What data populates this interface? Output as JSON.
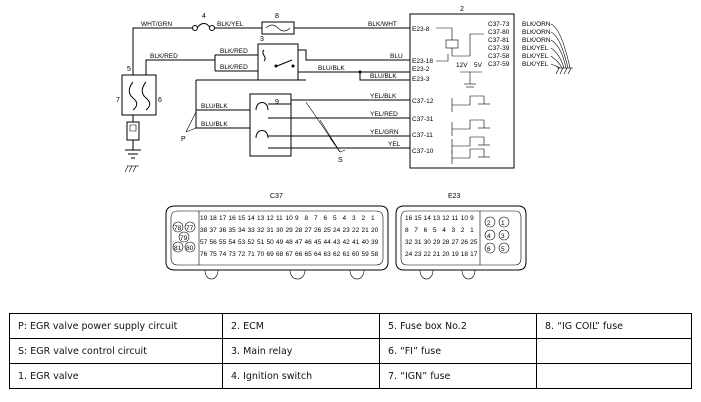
{
  "diagram": {
    "wires": {
      "wht_grn": "WHT/GRN",
      "blk_yel_top": "BLK/YEL",
      "blk_wht": "BLK/WHT",
      "blk_red_left": "BLK/RED",
      "blk_red_1": "BLK/RED",
      "blk_red_2": "BLK/RED",
      "blu": "BLU",
      "blu_blk_relay": "BLU/BLK",
      "blu_blk_right": "BLU/BLK",
      "blu_blk_valve_1": "BLU/BLK",
      "blu_blk_valve_2": "BLU/BLK",
      "yel_blk": "YEL/BLK",
      "yel_red": "YEL/RED",
      "yel_grn": "YEL/GRN",
      "yel": "YEL",
      "v12": "12V",
      "v5": "5V"
    },
    "pins": {
      "e23_8": "E23-8",
      "e23_18": "E23-18",
      "e23_2": "E23-2",
      "e23_3": "E23-3",
      "c37_12": "C37-12",
      "c37_31": "C37-31",
      "c37_11": "C37-11",
      "c37_10": "C37-10"
    },
    "ground_pins": [
      {
        "pin": "C37-73",
        "wire": "BLK/ORN"
      },
      {
        "pin": "C37-80",
        "wire": "BLK/ORN"
      },
      {
        "pin": "C37-81",
        "wire": "BLK/ORN"
      },
      {
        "pin": "C37-39",
        "wire": "BLK/YEL"
      },
      {
        "pin": "C37-58",
        "wire": "BLK/YEL"
      },
      {
        "pin": "C37-59",
        "wire": "BLK/YEL"
      }
    ],
    "numbers": {
      "n2": "2",
      "n3": "3",
      "n4": "4",
      "n5": "5",
      "n6": "6",
      "n7": "7",
      "n8": "8",
      "n9": "9"
    },
    "letters": {
      "p": "P",
      "s": "S"
    },
    "connectors": {
      "c37": {
        "title": "C37",
        "side": [
          [
            "78",
            "77"
          ],
          [
            "79"
          ],
          [
            "81",
            "80"
          ]
        ],
        "rows": [
          [
            "19",
            "18",
            "17",
            "16",
            "15",
            "14",
            "13",
            "12",
            "11",
            "10",
            "9",
            "8",
            "7",
            "6",
            "5",
            "4",
            "3",
            "2",
            "1"
          ],
          [
            "38",
            "37",
            "36",
            "35",
            "34",
            "33",
            "32",
            "31",
            "30",
            "29",
            "28",
            "27",
            "26",
            "25",
            "24",
            "23",
            "22",
            "21",
            "20"
          ],
          [
            "57",
            "56",
            "55",
            "54",
            "53",
            "52",
            "51",
            "50",
            "49",
            "48",
            "47",
            "46",
            "45",
            "44",
            "43",
            "42",
            "41",
            "40",
            "39"
          ],
          [
            "76",
            "75",
            "74",
            "73",
            "72",
            "71",
            "70",
            "69",
            "68",
            "67",
            "66",
            "65",
            "64",
            "63",
            "62",
            "61",
            "60",
            "59",
            "58"
          ]
        ]
      },
      "e23": {
        "title": "E23",
        "rows": [
          [
            "16",
            "15",
            "14",
            "13",
            "12",
            "11",
            "10",
            "9"
          ],
          [
            "8",
            "7",
            "6",
            "5",
            "4",
            "3",
            "2",
            "1"
          ],
          [
            "32",
            "31",
            "30",
            "29",
            "28",
            "27",
            "26",
            "25"
          ],
          [
            "24",
            "23",
            "22",
            "21",
            "20",
            "19",
            "18",
            "17"
          ]
        ],
        "side": [
          [
            "2",
            "1"
          ],
          [
            "4",
            "3"
          ],
          [
            "6",
            "5"
          ]
        ]
      }
    }
  },
  "legend": [
    [
      "P:   EGR valve power supply circuit",
      "2.   ECM",
      "5.   Fuse box No.2",
      "8.   “IG COIL” fuse"
    ],
    [
      "S:   EGR valve control circuit",
      "3.   Main relay",
      "6.   “FI” fuse",
      ""
    ],
    [
      "1.   EGR valve",
      "4.   Ignition switch",
      "7.   “IGN” fuse",
      ""
    ]
  ]
}
